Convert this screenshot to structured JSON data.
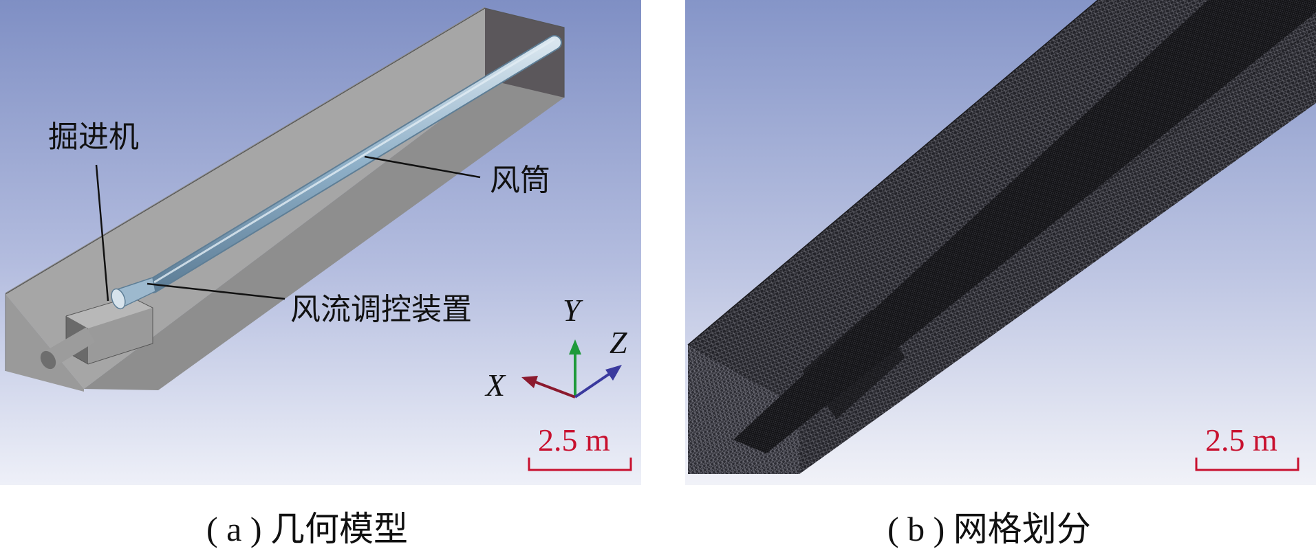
{
  "panel_a": {
    "caption": "( a ) 几何模型",
    "labels": {
      "roadheader": "掘进机",
      "duct": "风筒",
      "airflow_device": "风流调控装置"
    },
    "axes": {
      "x": "X",
      "y": "Y",
      "z": "Z"
    },
    "scale": "2.5 m"
  },
  "panel_b": {
    "caption": "( b ) 网格划分",
    "scale": "2.5 m"
  },
  "colors": {
    "scale_red": "#c8102e",
    "axis_x": "#8b1a2e",
    "axis_y": "#1e9a3a",
    "axis_z": "#3a3a9e"
  }
}
